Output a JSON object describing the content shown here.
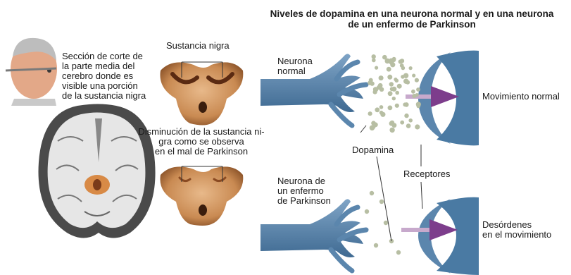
{
  "title": "Niveles de dopamina en una neurona normal y en una neurona\nde un enfermo de Parkinson",
  "left": {
    "section_caption": "Sección de corte de\nla parte media del\ncerebro donde es\nvisible una porción\nde la sustancia nigra",
    "nigra_label": "Sustancia nigra",
    "decrease_caption": "Disminución de la sustancia ni-\ngra como se observa\nen el mal de Parkinson"
  },
  "right": {
    "normal_neuron": "Neurona\nnormal",
    "parkinson_neuron": "Neurona de\nun enfermo\nde Parkinson",
    "dopamine": "Dopamina",
    "receptors": "Receptores",
    "normal_movement": "Movimiento normal",
    "movement_disorders": "Desórdenes\nen el movimiento"
  },
  "colors": {
    "neuron_blue": "#5b86ad",
    "dopamine_dot": "#b7bea3",
    "arrow_purple": "#7d3d8c",
    "nigra_tissue": "#b86e3a"
  }
}
